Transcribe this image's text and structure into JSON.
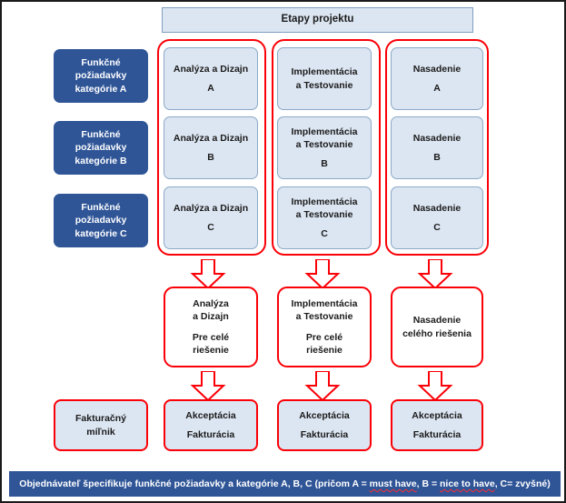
{
  "diagram": {
    "title_bar": {
      "label": "Etapy projektu"
    },
    "requirements": [
      {
        "line1": "Funkčné",
        "line2": "požiadavky",
        "line3": "kategórie A"
      },
      {
        "line1": "Funkčné",
        "line2": "požiadavky",
        "line3": "kategórie B"
      },
      {
        "line1": "Funkčné",
        "line2": "požiadavky",
        "line3": "kategórie C"
      }
    ],
    "columns": [
      {
        "name": "analyza-a-dizajn",
        "phases": [
          {
            "line1": "Analýza a Dizajn",
            "line2": "",
            "letter": "A"
          },
          {
            "line1": "Analýza a Dizajn",
            "line2": "",
            "letter": "B"
          },
          {
            "line1": "Analýza a Dizajn",
            "line2": "",
            "letter": "C"
          }
        ],
        "summary": {
          "line1": "Analýza",
          "line2": "a Dizajn",
          "line3": "Pre celé",
          "line4": "riešenie"
        },
        "milestone": {
          "line1": "Akceptácia",
          "line2": "Fakturácia"
        }
      },
      {
        "name": "implementacia-a-testovanie",
        "phases": [
          {
            "line1": "Implementácia",
            "line2": "a Testovanie",
            "letter": ""
          },
          {
            "line1": "Implementácia",
            "line2": "a Testovanie",
            "letter": "B"
          },
          {
            "line1": "Implementácia",
            "line2": "a Testovanie",
            "letter": "C"
          }
        ],
        "summary": {
          "line1": "Implementácia",
          "line2": "a Testovanie",
          "line3": "Pre celé",
          "line4": "riešenie"
        },
        "milestone": {
          "line1": "Akceptácia",
          "line2": "Fakturácia"
        }
      },
      {
        "name": "nasadenie",
        "phases": [
          {
            "line1": "Nasadenie",
            "line2": "",
            "letter": "A"
          },
          {
            "line1": "Nasadenie",
            "line2": "",
            "letter": "B"
          },
          {
            "line1": "Nasadenie",
            "line2": "",
            "letter": "C"
          }
        ],
        "summary": {
          "line1": "Nasadenie",
          "line2": "celého riešenia",
          "line3": "",
          "line4": ""
        },
        "milestone": {
          "line1": "Akceptácia",
          "line2": "Fakturácia"
        }
      }
    ],
    "billing_milestone": {
      "line1": "Fakturačný",
      "line2": "míľnik"
    },
    "banner": {
      "part1": "Objednávateľ špecifikuje funkčné požiadavky a kategórie A, B, C (pričom A = ",
      "spell1": "must have",
      "part2": ", B = ",
      "spell2": "nice to have",
      "part3": ", C= zvyšné)"
    },
    "colors": {
      "dark_blue": "#2f5597",
      "light_blue": "#dce6f2",
      "red": "#fb0007",
      "border_blue": "#8ba9c7",
      "frame_black": "#1a1a1a"
    }
  }
}
